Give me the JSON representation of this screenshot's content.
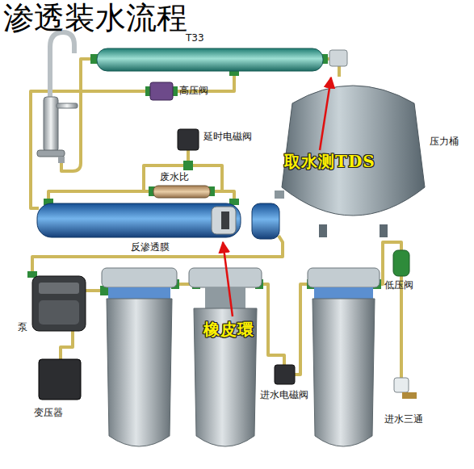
{
  "diagram": {
    "title": "渗透装水流程",
    "labels": [
      "T33",
      "高压阀",
      "压力桶",
      "延时电磁阀",
      "取水测TDS",
      "废水比",
      "反渗透膜",
      "低压阀",
      "泵",
      "橡皮環",
      "进水电磁阀",
      "变压器",
      "进水三通"
    ]
  }
}
